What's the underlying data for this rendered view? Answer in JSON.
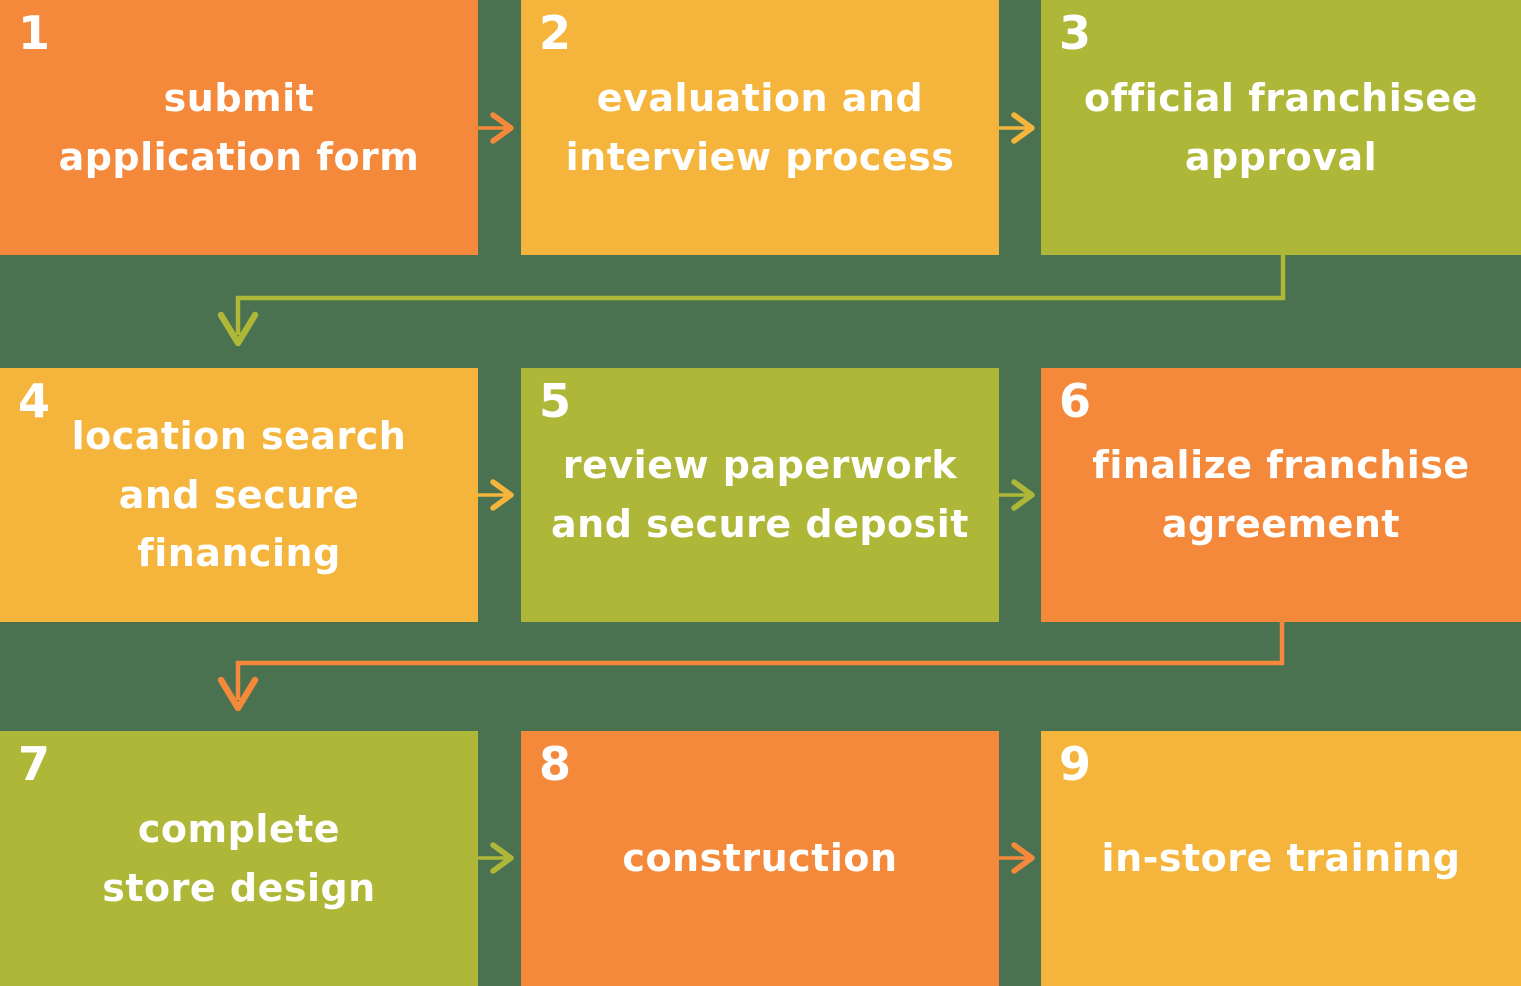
{
  "colors": {
    "orange": "#F5893B",
    "yellow": "#F5B53C",
    "olive": "#AEB737",
    "background": "#4A7150",
    "text": "#FFFFFF"
  },
  "steps": [
    {
      "number": "1",
      "label": "submit\napplication form",
      "color": "orange"
    },
    {
      "number": "2",
      "label": "evaluation and\ninterview process",
      "color": "yellow"
    },
    {
      "number": "3",
      "label": "official franchisee\napproval",
      "color": "olive"
    },
    {
      "number": "4",
      "label": "location search\nand secure financing",
      "color": "yellow"
    },
    {
      "number": "5",
      "label": "review paperwork\nand secure deposit",
      "color": "olive"
    },
    {
      "number": "6",
      "label": "finalize franchise\nagreement",
      "color": "orange"
    },
    {
      "number": "7",
      "label": "complete\nstore design",
      "color": "olive"
    },
    {
      "number": "8",
      "label": "construction",
      "color": "orange"
    },
    {
      "number": "9",
      "label": "in-store training",
      "color": "yellow"
    }
  ],
  "flow": [
    {
      "from": "1",
      "to": "2",
      "arrow_color": "orange",
      "type": "right-arrow"
    },
    {
      "from": "2",
      "to": "3",
      "arrow_color": "yellow",
      "type": "right-arrow"
    },
    {
      "from": "3",
      "to": "4",
      "arrow_color": "olive",
      "type": "down-left-elbow-arrow"
    },
    {
      "from": "4",
      "to": "5",
      "arrow_color": "yellow",
      "type": "right-arrow"
    },
    {
      "from": "5",
      "to": "6",
      "arrow_color": "olive",
      "type": "right-arrow"
    },
    {
      "from": "6",
      "to": "7",
      "arrow_color": "orange",
      "type": "down-left-elbow-arrow"
    },
    {
      "from": "7",
      "to": "8",
      "arrow_color": "olive",
      "type": "right-arrow"
    },
    {
      "from": "8",
      "to": "9",
      "arrow_color": "orange",
      "type": "right-arrow"
    }
  ]
}
